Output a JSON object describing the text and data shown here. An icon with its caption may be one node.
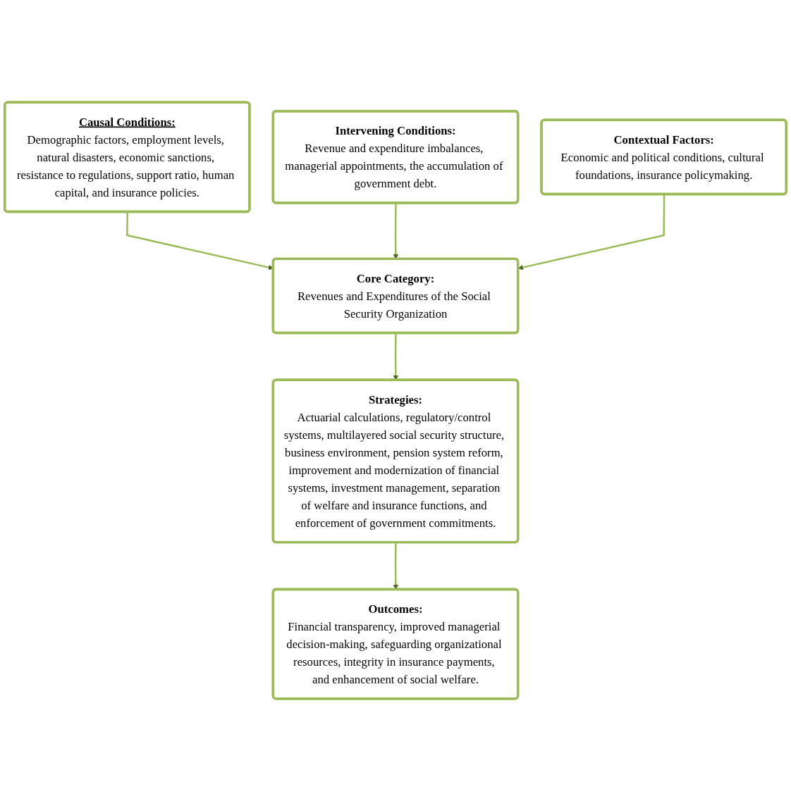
{
  "diagram": {
    "nodes": [
      {
        "text": [
          "Causal Conditions:",
          "Demographic factors, employment levels, natural disasters, economic sanctions, resistance to regulations, support ratio, human capital, and insurance policies."
        ]
      },
      {
        "text": [
          "Intervening Conditions:",
          "Revenue and expenditure imbalances, managerial appointments, the accumulation of government debt."
        ]
      },
      {
        "text": [
          "Core Category:",
          "Revenues and Expenditures of the Social Security Organization"
        ]
      },
      {
        "text": [
          "Contextual Factors:",
          "Economic and political conditions, cultural foundations, insurance policymaking."
        ]
      },
      {
        "text": [
          "Strategies:",
          "Actuarial calculations, regulatory/control systems, multilayered social security structure, business environment, pension system reform, improvement and modernization of financial systems, investment management, separation of welfare and insurance functions, and enforcement of government commitments."
        ]
      },
      {
        "text": [
          "Outcomes:",
          "Financial transparency, improved managerial decision-making, safeguarding organizational resources, integrity in insurance payments, and enhancement of social welfare."
        ]
      }
    ],
    "edges": [
      {
        "from": 0,
        "to": 2,
        "arrow": "to"
      },
      {
        "from": 1,
        "to": 2,
        "arrow": "to"
      },
      {
        "from": 3,
        "to": 2,
        "arrow": "to"
      },
      {
        "from": 2,
        "to": 4,
        "arrow": "to"
      },
      {
        "from": 4,
        "to": 5,
        "arrow": "to"
      }
    ]
  }
}
